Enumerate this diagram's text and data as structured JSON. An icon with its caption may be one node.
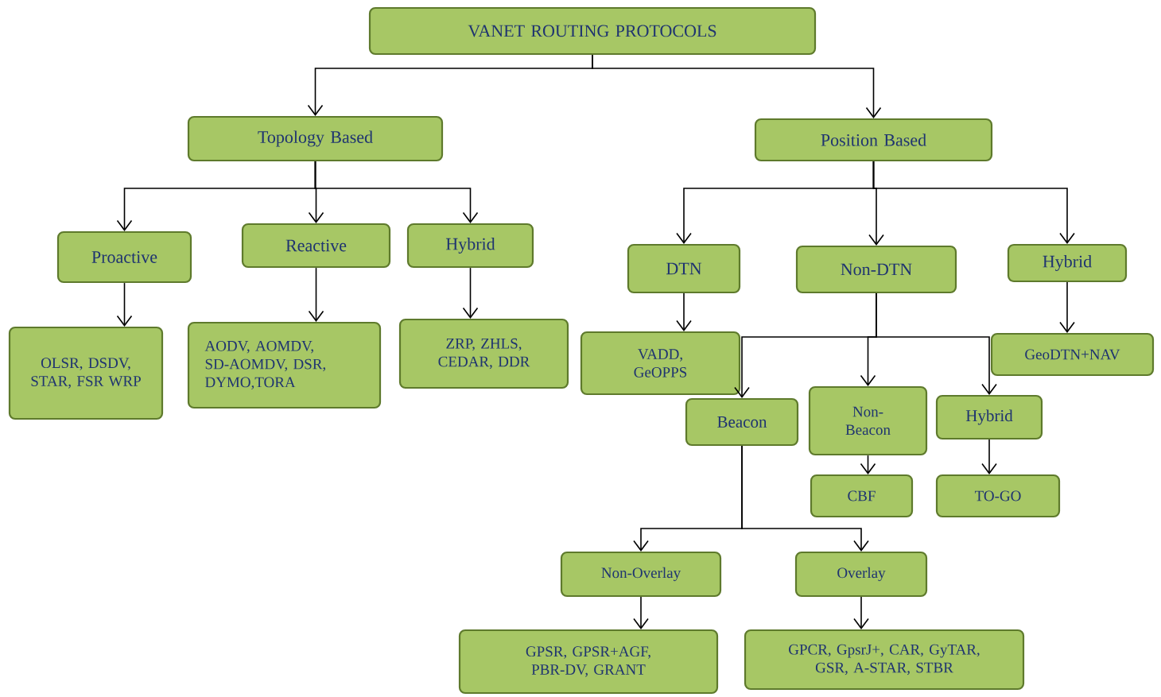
{
  "diagram": {
    "nodes": [
      {
        "text": [
          "VANET ROUTING PROTOCOLS"
        ]
      },
      {
        "text": [
          "Topology Based"
        ]
      },
      {
        "text": [
          "Position Based"
        ]
      },
      {
        "text": [
          "Proactive"
        ]
      },
      {
        "text": [
          "Reactive"
        ]
      },
      {
        "text": [
          "Hybrid"
        ]
      },
      {
        "text": [
          "OLSR, DSDV, STAR, FSR WRP"
        ]
      },
      {
        "text": [
          "AODV, AOMDV, SD-AOMDV, DSR, DYMO,TORA"
        ]
      },
      {
        "text": [
          "ZRP, ZHLS, CEDAR, DDR"
        ]
      },
      {
        "text": [
          "DTN"
        ]
      },
      {
        "text": [
          "Non-DTN"
        ]
      },
      {
        "text": [
          "Hybrid"
        ]
      },
      {
        "text": [
          "VADD, GeOPPS"
        ]
      },
      {
        "text": [
          "GeoDTN+NAV"
        ]
      },
      {
        "text": [
          "Beacon"
        ]
      },
      {
        "text": [
          "Non-Beacon"
        ]
      },
      {
        "text": [
          "Hybrid"
        ]
      },
      {
        "text": [
          "CBF"
        ]
      },
      {
        "text": [
          "TO-GO"
        ]
      },
      {
        "text": [
          "Non-Overlay"
        ]
      },
      {
        "text": [
          "Overlay"
        ]
      },
      {
        "text": [
          "GPSR, GPSR+AGF, PBR-DV, GRANT"
        ]
      },
      {
        "text": [
          "GPCR, GpsrJ+, CAR, GyTAR, GSR, A-STAR, STBR"
        ]
      }
    ],
    "edges": [
      {
        "from": 0,
        "to": 1,
        "arrow": "to"
      },
      {
        "from": 0,
        "to": 2,
        "arrow": "to"
      },
      {
        "from": 1,
        "to": 3,
        "arrow": "to"
      },
      {
        "from": 1,
        "to": 4,
        "arrow": "to"
      },
      {
        "from": 1,
        "to": 5,
        "arrow": "to"
      },
      {
        "from": 2,
        "to": 9,
        "arrow": "to"
      },
      {
        "from": 2,
        "to": 10,
        "arrow": "to"
      },
      {
        "from": 2,
        "to": 11,
        "arrow": "to"
      },
      {
        "from": 3,
        "to": 6,
        "arrow": "to"
      },
      {
        "from": 4,
        "to": 7,
        "arrow": "to"
      },
      {
        "from": 5,
        "to": 8,
        "arrow": "to"
      },
      {
        "from": 9,
        "to": 12,
        "arrow": "to"
      },
      {
        "from": 11,
        "to": 13,
        "arrow": "to"
      },
      {
        "from": 10,
        "to": 14,
        "arrow": "to"
      },
      {
        "from": 10,
        "to": 15,
        "arrow": "to"
      },
      {
        "from": 10,
        "to": 16,
        "arrow": "to"
      },
      {
        "from": 15,
        "to": 17,
        "arrow": "to"
      },
      {
        "from": 16,
        "to": 18,
        "arrow": "to"
      },
      {
        "from": 14,
        "to": 19,
        "arrow": "to"
      },
      {
        "from": 14,
        "to": 20,
        "arrow": "to"
      },
      {
        "from": 19,
        "to": 21,
        "arrow": "to"
      },
      {
        "from": 20,
        "to": 22,
        "arrow": "to"
      }
    ]
  }
}
